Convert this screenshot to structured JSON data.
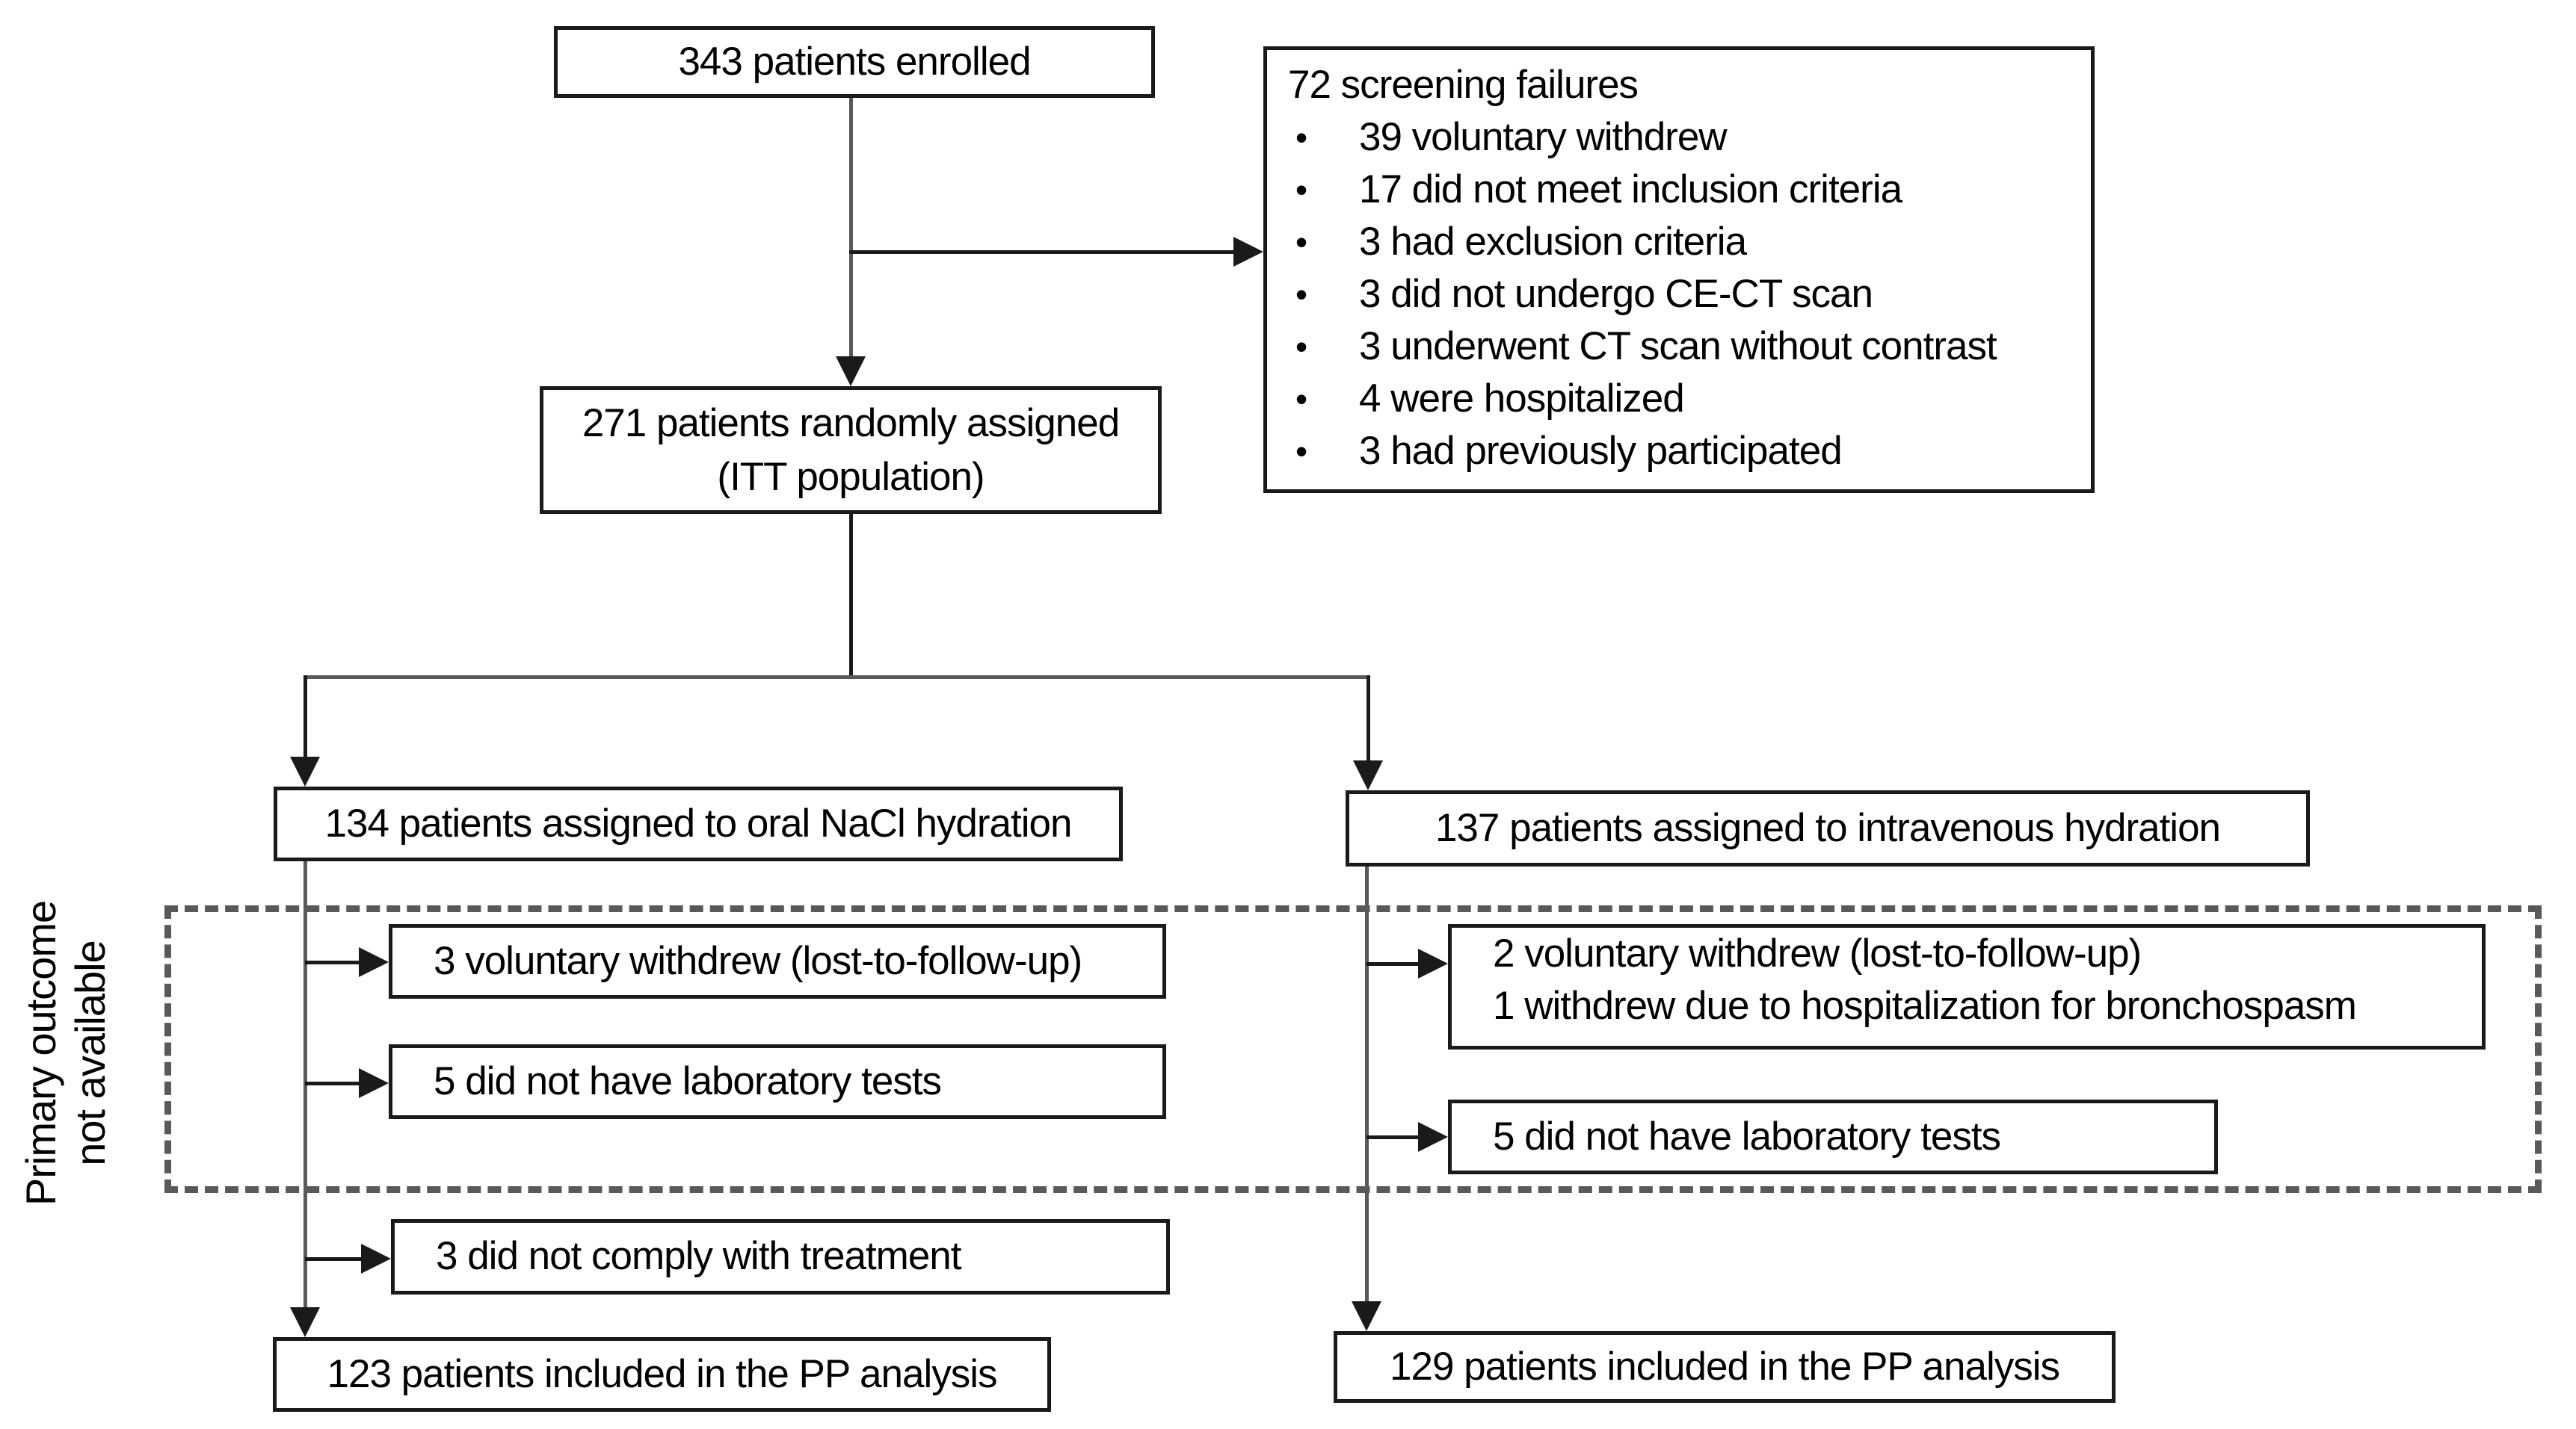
{
  "diagram": {
    "enrolled_label": "343 patients enrolled",
    "screening": {
      "title": "72 screening failures",
      "bullet_char": "•",
      "items": [
        "39 voluntary withdrew",
        "17 did not meet inclusion criteria",
        "3 had exclusion criteria",
        "3 did not undergo CE-CT scan",
        "3 underwent CT scan without contrast",
        "4 were hospitalized",
        "3 had previously participated"
      ]
    },
    "randomized_line1": "271 patients randomly assigned",
    "randomized_line2": "(ITT population)",
    "oral_arm": {
      "assigned_label": "134 patients assigned to oral NaCl hydration",
      "withdrew_label": "3 voluntary withdrew (lost-to-follow-up)",
      "no_lab_label": "5 did not have laboratory tests",
      "noncompliance_label": "3 did not comply with treatment",
      "pp_label": "123 patients included in the PP analysis"
    },
    "iv_arm": {
      "assigned_label": "137 patients assigned to intravenous hydration",
      "withdrew_line1": "2 voluntary withdrew (lost-to-follow-up)",
      "withdrew_line2": "1 withdrew due to hospitalization for bronchospasm",
      "no_lab_label": "5 did not have laboratory tests",
      "pp_label": "129 patients included in the PP analysis"
    },
    "primary_outcome_note_line1": "Primary outcome",
    "primary_outcome_note_line2": "not available",
    "colors": {
      "box_border": "#1a1a1a",
      "connector_gray": "#595959",
      "arrow_black": "#1a1a1a",
      "dashed_border": "#595959",
      "text": "#000000",
      "background": "#ffffff"
    }
  }
}
